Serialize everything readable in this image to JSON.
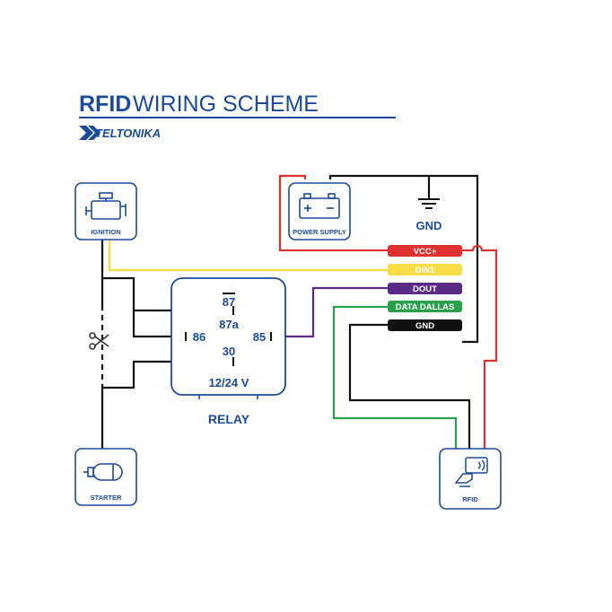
{
  "title": {
    "bold": "RFID",
    "rest": "WIRING SCHEME"
  },
  "brand": {
    "name": "TELTONIKA"
  },
  "components": {
    "ignition": "IGNITION",
    "power_supply": "POWER SUPPLY",
    "gnd_symbol": "GND",
    "starter": "STARTER",
    "rfid": "RFID",
    "relay": "RELAY",
    "relay_voltage": "12/24 V"
  },
  "relay_pins": {
    "p87": "87",
    "p87a": "87a",
    "p86": "86",
    "p85": "85",
    "p30": "30"
  },
  "wires": [
    {
      "label": "VCC+",
      "color": "#e03131",
      "text_color": "#ffffff"
    },
    {
      "label": "DIN1",
      "color": "#f7dc45",
      "text_color": "#ffffff"
    },
    {
      "label": "DOUT",
      "color": "#5b2a86",
      "text_color": "#ffffff"
    },
    {
      "label": "DATA DALLAS",
      "color": "#2aa04a",
      "text_color": "#ffffff"
    },
    {
      "label": "GND",
      "color": "#111111",
      "text_color": "#ffffff"
    }
  ],
  "colors": {
    "accent": "#1b4a9c",
    "wire_black": "#111111",
    "wire_red": "#e03131",
    "wire_yellow": "#f7dc45",
    "wire_purple": "#5b2a86",
    "wire_green": "#2aa04a"
  },
  "icons": [
    "engine-icon",
    "battery-icon",
    "ground-icon",
    "starter-icon",
    "rfid-card-icon",
    "scissors-icon",
    "teltonika-logo-icon"
  ]
}
